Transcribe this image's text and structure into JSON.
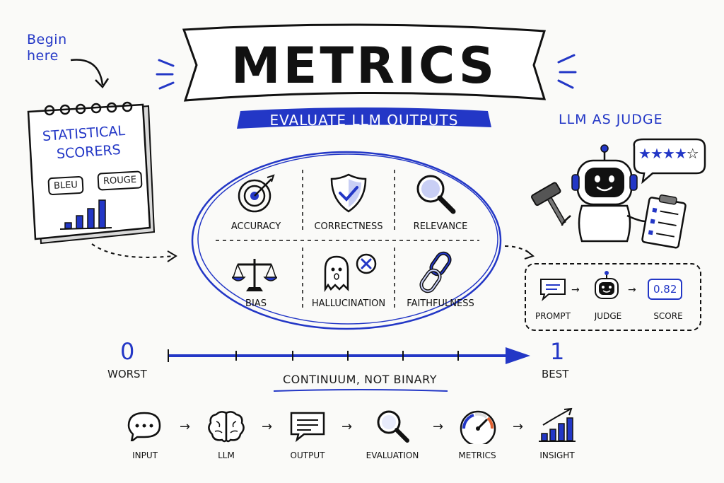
{
  "title": "METRICS",
  "subtitle": "EVALUATE LLM OUTPUTS",
  "begin_note": "Begin here",
  "statistical": {
    "heading_line1": "STATISTICAL",
    "heading_line2": "SCORERS",
    "tags": [
      "BLEU",
      "ROUGE"
    ]
  },
  "metrics_grid": {
    "items": [
      {
        "label": "ACCURACY",
        "icon": "target-icon"
      },
      {
        "label": "CORRECTNESS",
        "icon": "shield-check-icon"
      },
      {
        "label": "RELEVANCE",
        "icon": "magnifier-icon"
      },
      {
        "label": "BIAS",
        "icon": "scales-icon"
      },
      {
        "label": "HALLUCINATION",
        "icon": "ghost-icon"
      },
      {
        "label": "FAITHFULNESS",
        "icon": "chain-link-icon"
      }
    ]
  },
  "judge": {
    "heading": "LLM AS JUDGE",
    "stars": 4,
    "max_stars": 5,
    "flow": [
      "PROMPT",
      "JUDGE",
      "SCORE"
    ],
    "score_value": "0.82"
  },
  "scale": {
    "min_value": "0",
    "min_label": "WORST",
    "max_value": "1",
    "max_label": "BEST",
    "caption": "CONTINUUM, NOT BINARY"
  },
  "pipeline": {
    "steps": [
      {
        "label": "INPUT",
        "icon": "speech-bubble-icon"
      },
      {
        "label": "LLM",
        "icon": "brain-icon"
      },
      {
        "label": "OUTPUT",
        "icon": "message-icon"
      },
      {
        "label": "EVALUATION",
        "icon": "magnifier-icon"
      },
      {
        "label": "METRICS",
        "icon": "gauge-icon"
      },
      {
        "label": "INSIGHT",
        "icon": "bar-chart-icon"
      }
    ]
  },
  "colors": {
    "accent": "#2337c6",
    "ink": "#111111",
    "background": "#fafaf8"
  }
}
